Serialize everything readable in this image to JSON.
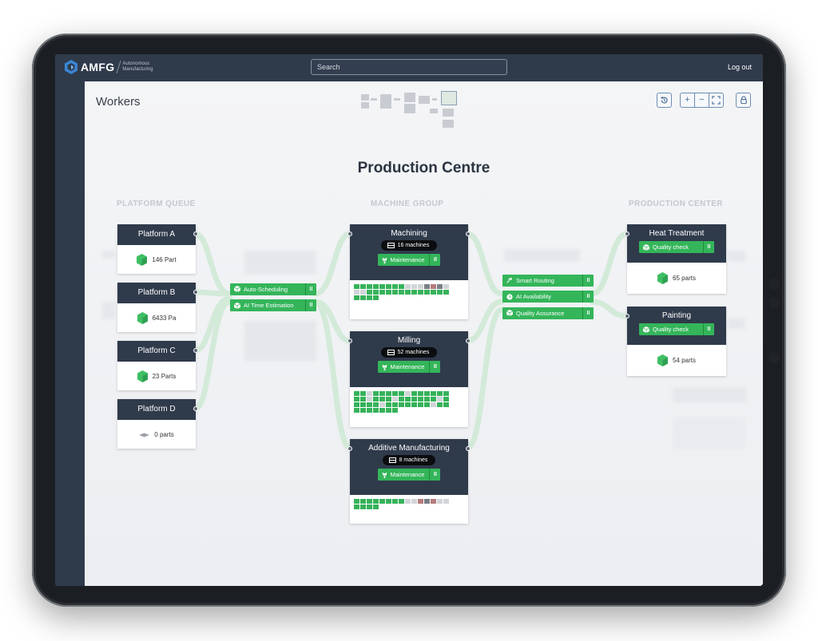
{
  "app": {
    "brand": "AMFG",
    "brand_sub": "Autonomous Manufacturing",
    "search_placeholder": "Search",
    "logout": "Log out",
    "page_title": "Workers"
  },
  "board": {
    "title": "Production Centre",
    "columns": {
      "queue": "PLATFORM QUEUE",
      "machines": "MACHINE GROUP",
      "production": "PRODUCTION CENTER"
    }
  },
  "platforms": [
    {
      "name": "Platform A",
      "parts": "146 Part"
    },
    {
      "name": "Platform B",
      "parts": "6433 Pa"
    },
    {
      "name": "Platform C",
      "parts": "23 Parts"
    },
    {
      "name": "Platform D",
      "parts": "0 parts"
    }
  ],
  "left_actions": [
    "Auto-Scheduling",
    "AI Time Estimation"
  ],
  "machine_groups": [
    {
      "name": "Machining",
      "count": "16 machines",
      "action": "Maintenance"
    },
    {
      "name": "Milling",
      "count": "52 machines",
      "action": "Maintenance"
    },
    {
      "name": "Additive Manufacturing",
      "count": "8 machines",
      "action": "Maintenance"
    }
  ],
  "right_actions": [
    "Smart Routing",
    "AI Availability",
    "Quality Assurance"
  ],
  "production": [
    {
      "name": "Heat Treatment",
      "action": "Quality check",
      "parts": "65 parts"
    },
    {
      "name": "Painting",
      "action": "Quality check",
      "parts": "54 parts"
    }
  ],
  "colors": {
    "navy": "#2f3a4b",
    "green": "#34b55a",
    "link_green": "#cfe9d6",
    "background": "#eef0f3"
  },
  "icons": {
    "logo": "amfg-logo-icon",
    "history": "history-icon",
    "zoom_in": "plus-icon",
    "zoom_out": "minus-icon",
    "fit": "fit-screen-icon",
    "lock": "lock-icon",
    "part": "cube-icon",
    "machine": "machine-icon",
    "maintenance": "wrench-icon",
    "pause": "pause-icon"
  }
}
